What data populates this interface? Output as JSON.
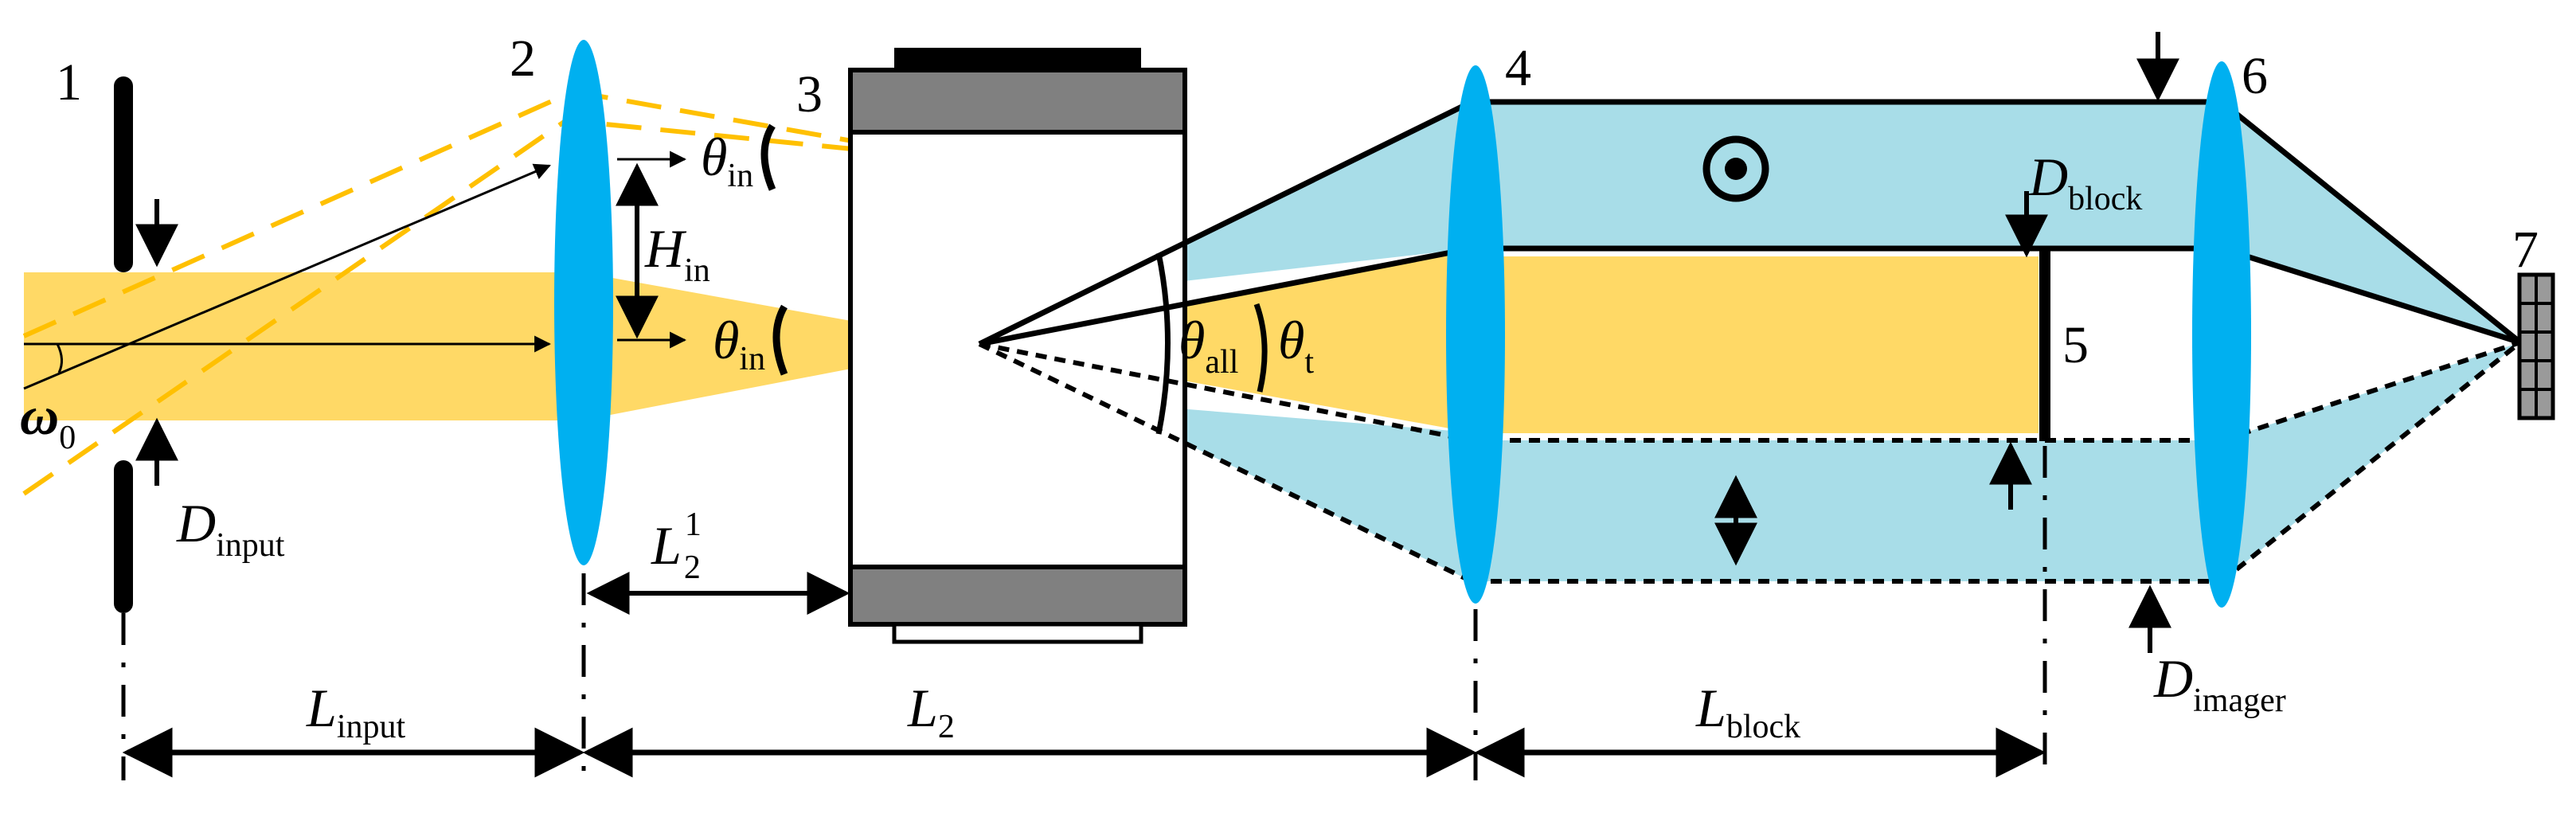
{
  "diagram": {
    "colors": {
      "beam": "#FFD966",
      "beam_edge": "#FFC000",
      "lens": "#00B0F0",
      "fan": "#A8DDE8",
      "housing": "#808080",
      "ink": "#000000"
    },
    "component_numbers": [
      "1",
      "2",
      "3",
      "4",
      "5",
      "6",
      "7"
    ],
    "labels": {
      "omega0": {
        "main": "ω",
        "sub": "0"
      },
      "d_input": {
        "main": "D",
        "sub": "input"
      },
      "theta_in": {
        "main": "θ",
        "sub": "in"
      },
      "h_in": {
        "main": "H",
        "sub": "in"
      },
      "l2_1": {
        "main": "L",
        "sub": "2",
        "sup": "1"
      },
      "theta_all": {
        "main": "θ",
        "sub": "all"
      },
      "theta_t": {
        "main": "θ",
        "sub": "t"
      },
      "d_block": {
        "main": "D",
        "sub": "block"
      },
      "d_imager": {
        "main": "D",
        "sub": "imager"
      },
      "l_input": {
        "main": "L",
        "sub": "input"
      },
      "l2": {
        "main": "L",
        "sub": "2"
      },
      "l_block": {
        "main": "L",
        "sub": "block"
      }
    },
    "symbols": {
      "polarization_out_of_plane": "dot-in-circle-icon",
      "polarization_in_plane": "double-arrow-icon"
    }
  }
}
